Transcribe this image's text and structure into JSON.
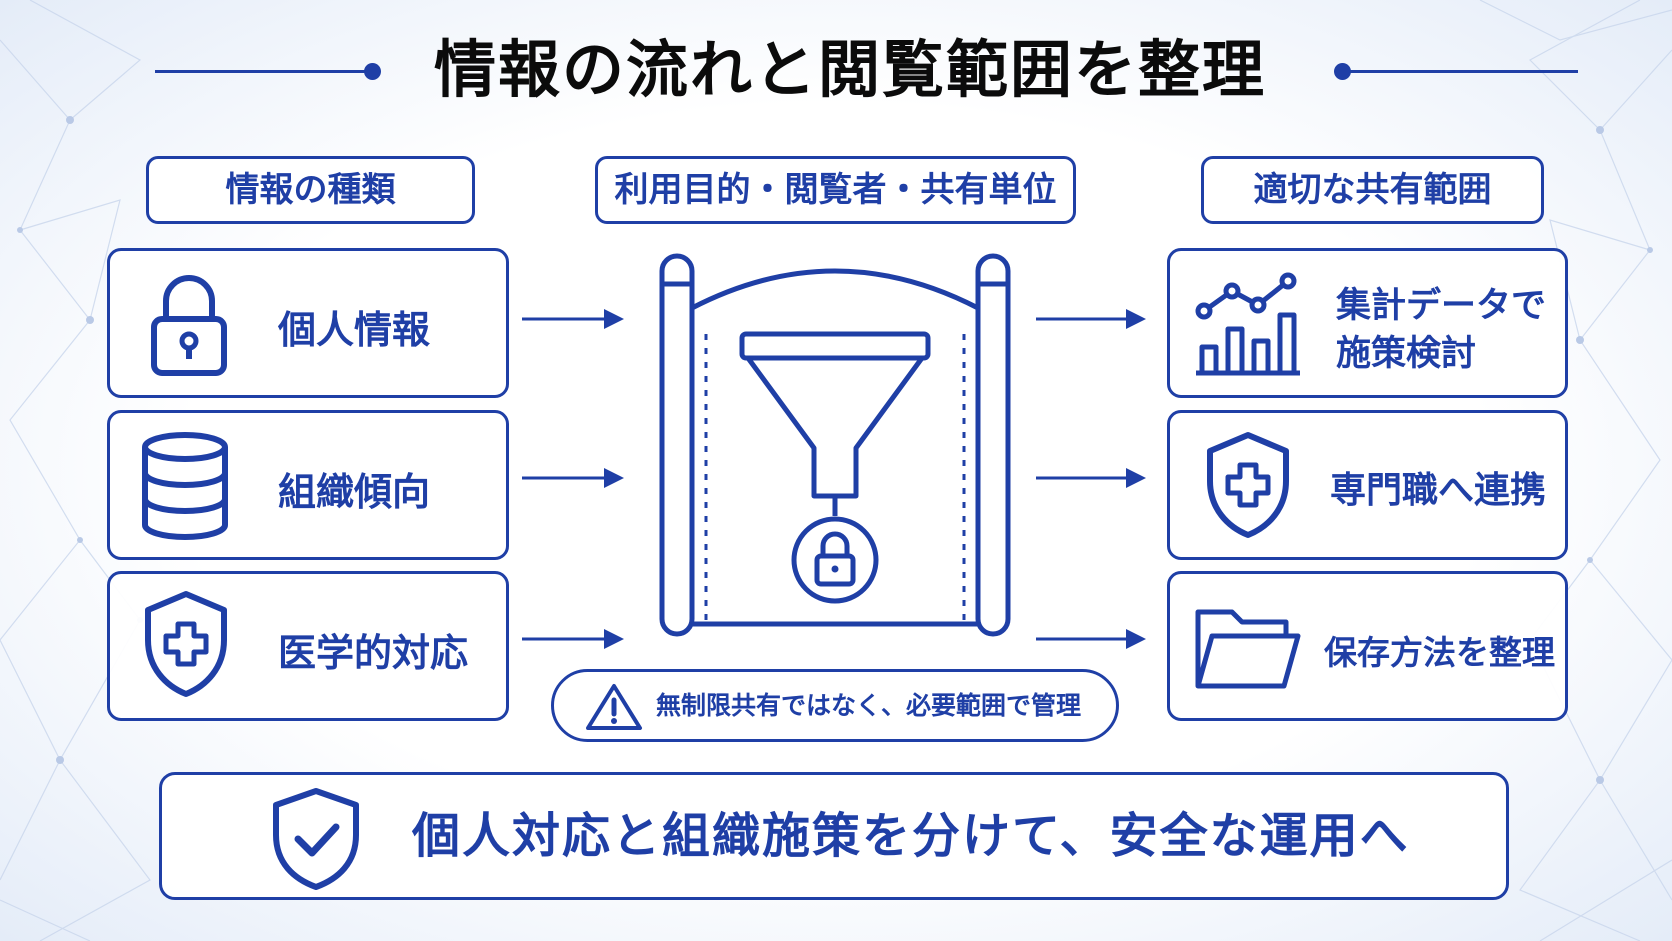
{
  "title": "情報の流れと閲覧範囲を整理",
  "columns": {
    "left_header": "情報の種類",
    "center_header": "利用目的・閲覧者・共有単位",
    "right_header": "適切な共有範囲"
  },
  "inputs": [
    {
      "label": "個人情報",
      "icon": "padlock-icon"
    },
    {
      "label": "組織傾向",
      "icon": "database-icon"
    },
    {
      "label": "医学的対応",
      "icon": "medical-shield-icon"
    }
  ],
  "outputs": [
    {
      "line1": "集計データで",
      "line2": "施策検討",
      "icon": "line-bar-chart-icon"
    },
    {
      "label": "専門職へ連携",
      "icon": "medical-shield-icon"
    },
    {
      "label": "保存方法を整理",
      "icon": "folder-icon"
    }
  ],
  "center": {
    "icon": "gate-funnel-lock-icon"
  },
  "notice": {
    "text": "無制限共有ではなく、必要範囲で管理",
    "icon": "warning-icon"
  },
  "banner": {
    "text": "個人対応と組織施策を分けて、安全な運用へ",
    "icon": "shield-check-icon"
  },
  "colors": {
    "primary": "#1f3fa6",
    "title": "#0b0b0b",
    "background_tint": "#e4ecf8"
  }
}
